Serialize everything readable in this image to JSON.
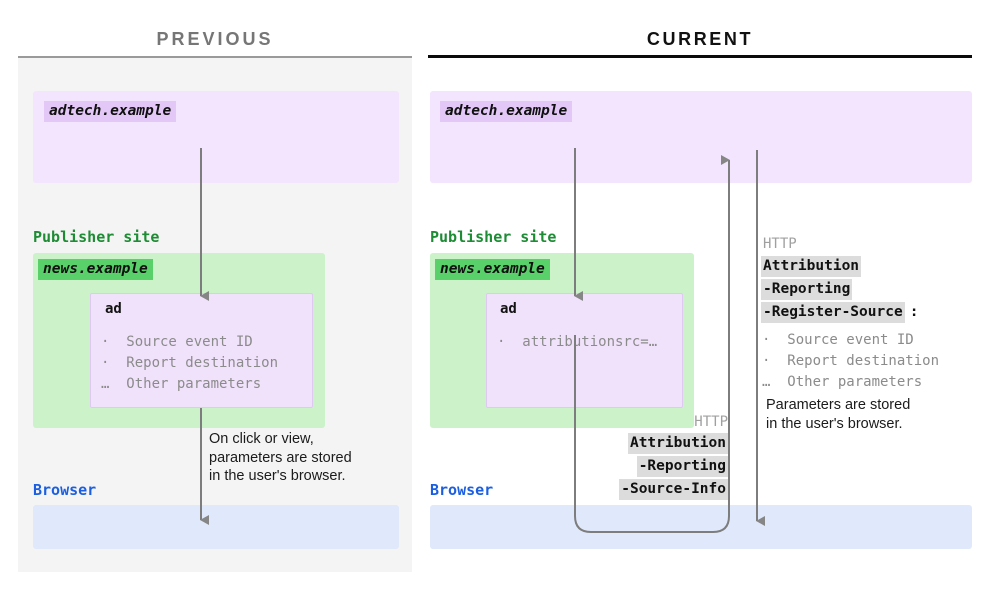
{
  "columns": {
    "previous": {
      "title": "PREVIOUS"
    },
    "current": {
      "title": "CURRENT"
    }
  },
  "previous_panel": {
    "adtech_label": "adtech.example",
    "publisher_heading": "Publisher site",
    "publisher_label": "news.example",
    "ad_title": "ad",
    "ad_params": "·  Source event ID\n·  Report destination\n…  Other parameters",
    "browser_heading": "Browser",
    "note": "On click or view,\nparameters are stored\nin the user's browser."
  },
  "current_panel": {
    "adtech_label": "adtech.example",
    "publisher_heading": "Publisher site",
    "publisher_label": "news.example",
    "ad_title": "ad",
    "ad_params": "·  attributionsrc=…",
    "browser_heading": "Browser",
    "source_info_header": {
      "http_word": "HTTP",
      "segments": [
        "Attribution",
        "-Reporting",
        "-Source-Info"
      ]
    },
    "register_source_header": {
      "http_word": "HTTP",
      "segments": [
        "Attribution",
        "-Reporting",
        "-Register-Source"
      ],
      "colon": ":",
      "params": "·  Source event ID\n·  Report destination\n…  Other parameters"
    },
    "note": "Parameters are stored\nin the user's browser."
  },
  "colors": {
    "adtech_bg": "#f3e5fd",
    "adtech_label_bg": "#e3c8f7",
    "publisher_bg": "#ccf2c9",
    "publisher_label_bg": "#59d06a",
    "publisher_heading": "#1e8b35",
    "browser_bg": "#e0e9fb",
    "browser_heading": "#1b5fe0",
    "ad_box_bg": "#f1e2fb",
    "arrow": "#6e6e6e",
    "header_highlight": "#dcdcdc",
    "panel_prev_bg": "#f4f4f4",
    "title_prev": "#767676",
    "title_curr": "#111111"
  }
}
